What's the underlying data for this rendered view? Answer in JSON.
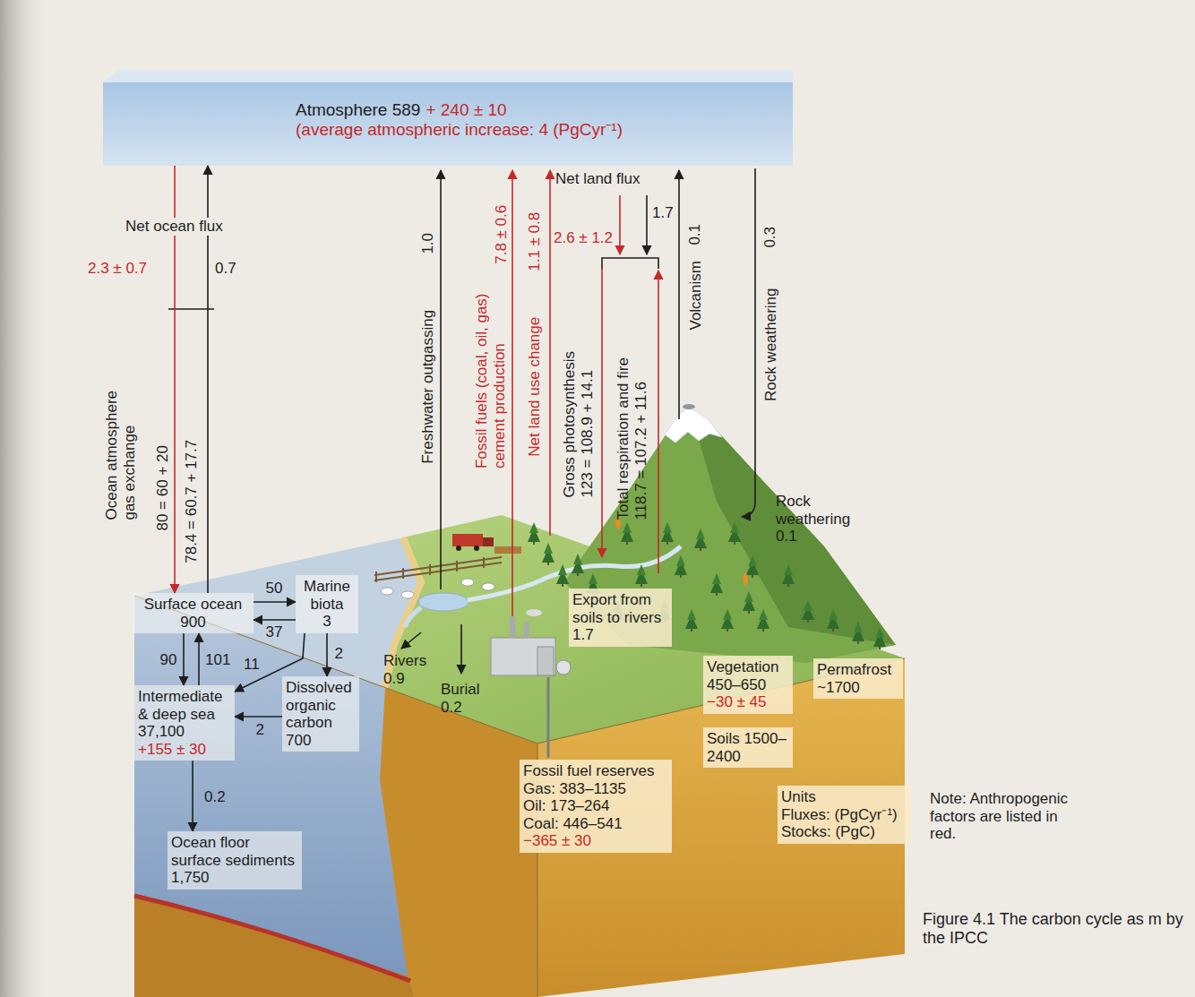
{
  "diagram": {
    "caption": "Figure 4.1 The carbon cycle as m by the IPCC",
    "nodes": [
      {
        "text": [
          "Atmosphere 589",
          "+ 240 ± 10",
          "(average atmospheric increase: 4 (PgCyr⁻¹)"
        ]
      },
      {
        "text": [
          "Surface ocean",
          "900"
        ]
      },
      {
        "text": [
          "Marine biota",
          "3"
        ]
      },
      {
        "text": [
          "Intermediate & deep sea 37,100",
          "+155 ± 30"
        ]
      },
      {
        "text": [
          "Dissolved organic carbon 700"
        ]
      },
      {
        "text": [
          "Ocean floor surface sediments 1,750"
        ]
      },
      {
        "text": [
          "Export from soils to rivers 1.7"
        ]
      },
      {
        "text": [
          "Vegetation 450–650",
          "−30 ± 45"
        ]
      },
      {
        "text": [
          "Permafrost ~1700"
        ]
      },
      {
        "text": [
          "Soils 1500–2400"
        ]
      },
      {
        "text": [
          "Fossil fuel reserves",
          "Gas: 383–1135",
          "Oil: 173–264",
          "Coal: 446–541",
          "−365 ± 30"
        ]
      },
      {
        "text": [
          "Units",
          "Fluxes: (PgCyr⁻¹)",
          "Stocks: (PgC)"
        ]
      }
    ],
    "edges": [
      {
        "from": 0,
        "to": 1,
        "label": "80 = 60 + 20",
        "arrow": "to"
      },
      {
        "from": 1,
        "to": 0,
        "label": "78.4 = 60.7 + 17.7",
        "arrow": "to"
      },
      {
        "from": 1,
        "to": 2,
        "label": "50",
        "arrow": "to"
      },
      {
        "from": 2,
        "to": 1,
        "label": "37",
        "arrow": "to"
      },
      {
        "from": 1,
        "to": 3,
        "label": "90",
        "arrow": "to"
      },
      {
        "from": 3,
        "to": 1,
        "label": "101",
        "arrow": "to"
      },
      {
        "from": 2,
        "to": 4,
        "label": "2",
        "arrow": "to"
      },
      {
        "from": 4,
        "to": 3,
        "label": "2",
        "arrow": "to"
      },
      {
        "from": 2,
        "to": 3,
        "label": "11",
        "arrow": "to"
      },
      {
        "from": 3,
        "to": 5,
        "label": "0.2",
        "arrow": "to"
      }
    ],
    "labels": [
      "Net ocean flux",
      "2.3 ± 0.7",
      "0.7",
      "Ocean atmosphere gas exchange",
      "Freshwater outgassing",
      "1.0",
      "Fossil fuels (coal, oil, gas) cement production",
      "7.8 ± 0.6",
      "Net land use change",
      "1.1 ± 0.8",
      "Net land flux",
      "2.6 ± 1.2",
      "1.7",
      "Gross photosynthesis 123 = 108.9 + 14.1",
      "Total respiration and fire 118.7 = 107.2 + 11.6",
      "Volcanism",
      "0.1",
      "Rock weathering",
      "0.3",
      "Rock weathering 0.1",
      "Rivers 0.9",
      "Burial 0.2",
      "Note: Anthropogenic factors are listed in red."
    ]
  }
}
